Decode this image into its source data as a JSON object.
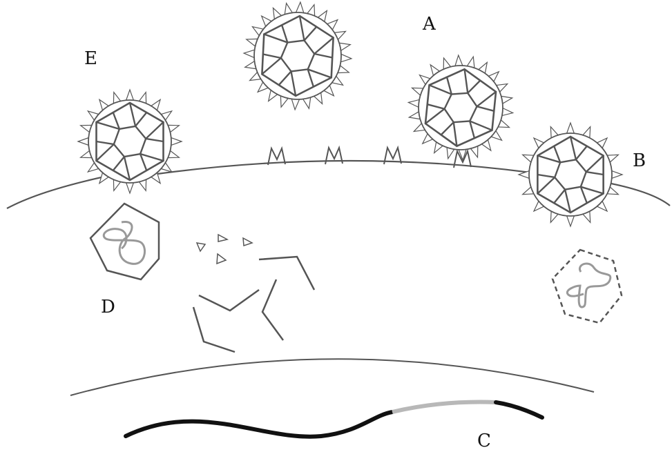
{
  "labels": {
    "a": "A",
    "b": "B",
    "c": "C",
    "d": "D",
    "e": "E"
  },
  "colors": {
    "outline": "#555555",
    "capsid": "#555555",
    "genome": "#999999",
    "dna": "#111111",
    "dna_insert": "#b8b8b8"
  },
  "virions": [
    "free-virion",
    "bound-virion",
    "entering-virion",
    "budding-virion"
  ],
  "receptors": [
    "receptor",
    "receptor",
    "receptor",
    "receptor"
  ]
}
